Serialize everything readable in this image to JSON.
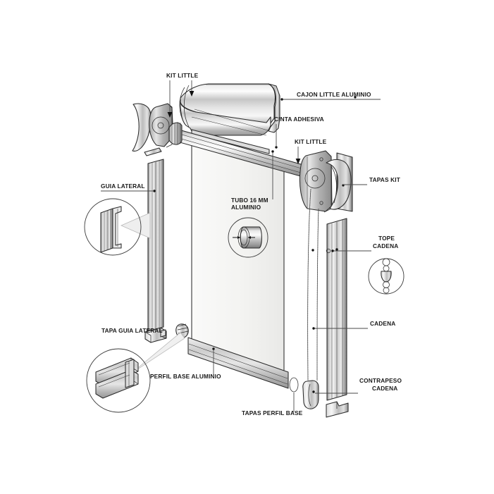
{
  "diagram": {
    "title": "Despiece cortina roller Kit Little",
    "background_color": "#ffffff",
    "line_color": "#2b2b2b",
    "label_color": "#1a1a1a",
    "metal_light": "#f2f2f2",
    "metal_mid": "#c9c9c9",
    "metal_dark": "#8d8d8d",
    "fabric_color": "#f4f4f2"
  },
  "labels": {
    "kit_little_top": "KIT LITTLE",
    "cajon_little_aluminio": "CAJON LITTLE ALUMINIO",
    "cinta_adhesiva": "CINTA ADHESIVA",
    "kit_little_right": "KIT LITTLE",
    "tapas_kit": "TAPAS KIT",
    "guia_lateral": "GUIA LATERAL",
    "tubo_16mm_line1": "TUBO 16 MM",
    "tubo_16mm_line2": "ALUMINIO",
    "tope_cadena_line1": "TOPE",
    "tope_cadena_line2": "CADENA",
    "cadena": "CADENA",
    "contrapeso_cadena_line1": "CONTRAPESO",
    "contrapeso_cadena_line2": "CADENA",
    "tapa_guia_lateral": "TAPA GUIA LATERAL",
    "perfil_base_aluminio": "PERFIL BASE ALUMINIO",
    "tapas_perfil_base": "TAPAS PERFIL BASE"
  },
  "parts": [
    {
      "name": "cajon-little-aluminio",
      "label": "CAJON LITTLE ALUMINIO"
    },
    {
      "name": "cinta-adhesiva",
      "label": "CINTA ADHESIVA"
    },
    {
      "name": "kit-little-left",
      "label": "KIT LITTLE"
    },
    {
      "name": "kit-little-right",
      "label": "KIT LITTLE"
    },
    {
      "name": "tapas-kit",
      "label": "TAPAS KIT"
    },
    {
      "name": "guia-lateral",
      "label": "GUIA LATERAL"
    },
    {
      "name": "tubo-16mm-aluminio",
      "label": "TUBO 16 MM ALUMINIO"
    },
    {
      "name": "tope-cadena",
      "label": "TOPE CADENA"
    },
    {
      "name": "cadena",
      "label": "CADENA"
    },
    {
      "name": "contrapeso-cadena",
      "label": "CONTRAPESO CADENA"
    },
    {
      "name": "tapa-guia-lateral",
      "label": "TAPA GUIA LATERAL"
    },
    {
      "name": "perfil-base-aluminio",
      "label": "PERFIL BASE ALUMINIO"
    },
    {
      "name": "tapas-perfil-base",
      "label": "TAPAS PERFIL BASE"
    }
  ]
}
